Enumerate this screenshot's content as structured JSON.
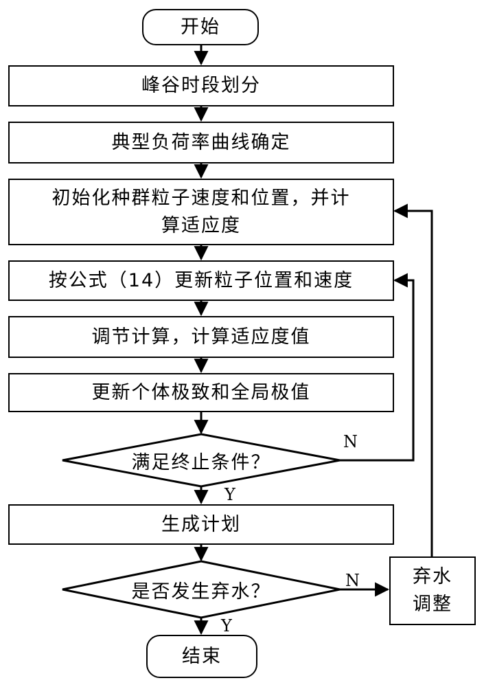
{
  "nodes": {
    "start": "开始",
    "peak_valley": "峰谷时段划分",
    "load_curve": "典型负荷率曲线确定",
    "init_line1": "初始化种群粒子速度和位置，并计",
    "init_line2": "算适应度",
    "update": "按公式（14）更新粒子位置和速度",
    "adjust_calc": "调节计算，计算适应度值",
    "update_best": "更新个体极致和全局极值",
    "decision_stop": "满足终止条件？",
    "generate_plan": "生成计划",
    "decision_spill": "是否发生弃水？",
    "spill_adjust_line1": "弃水",
    "spill_adjust_line2": "调整",
    "end": "结束"
  },
  "labels": {
    "stop_no": "N",
    "stop_yes": "Y",
    "spill_no": "N",
    "spill_yes": "Y"
  }
}
